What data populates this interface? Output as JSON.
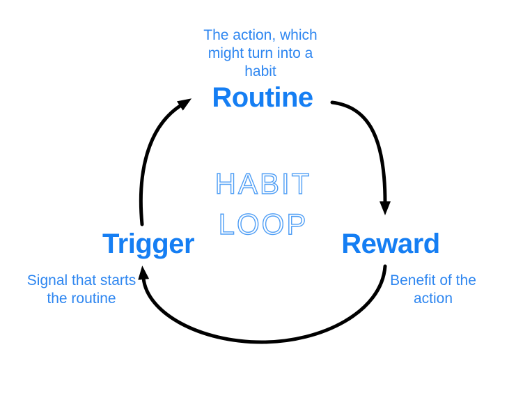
{
  "title": {
    "line1": "HABIT",
    "line2": "LOOP"
  },
  "nodes": {
    "routine": {
      "label": "Routine",
      "desc_lines": [
        "The action, which",
        "might turn into a",
        "habit"
      ]
    },
    "reward": {
      "label": "Reward",
      "desc_lines": [
        "Benefit of the",
        "action"
      ]
    },
    "trigger": {
      "label": "Trigger",
      "desc_lines": [
        "Signal that starts",
        "the routine"
      ]
    }
  },
  "colors": {
    "heading": "#157ef3",
    "description": "#2e86f0",
    "title": "#4f9ef5",
    "arrow": "#000000",
    "background": "#ffffff"
  }
}
